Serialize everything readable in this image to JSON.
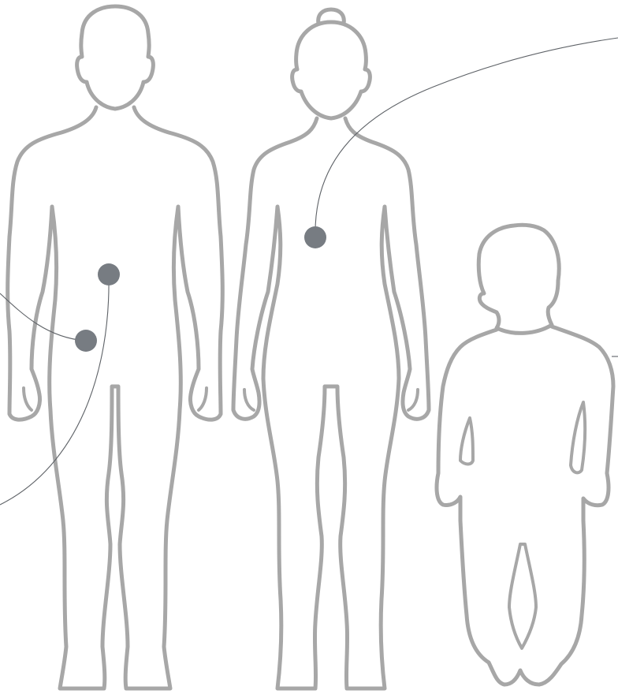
{
  "colors": {
    "background": "#ffffff",
    "outline": "#a7a7a7",
    "marker": "#777c82",
    "leader_line": "#5e6267"
  },
  "figures": [
    {
      "name": "man",
      "outline_color": "#a7a7a7"
    },
    {
      "name": "woman",
      "outline_color": "#a7a7a7"
    },
    {
      "name": "child",
      "outline_color": "#a7a7a7"
    }
  ],
  "markers": [
    {
      "figure": "man",
      "color": "#777c82"
    },
    {
      "figure": "man",
      "color": "#777c82"
    },
    {
      "figure": "woman",
      "color": "#777c82"
    }
  ]
}
